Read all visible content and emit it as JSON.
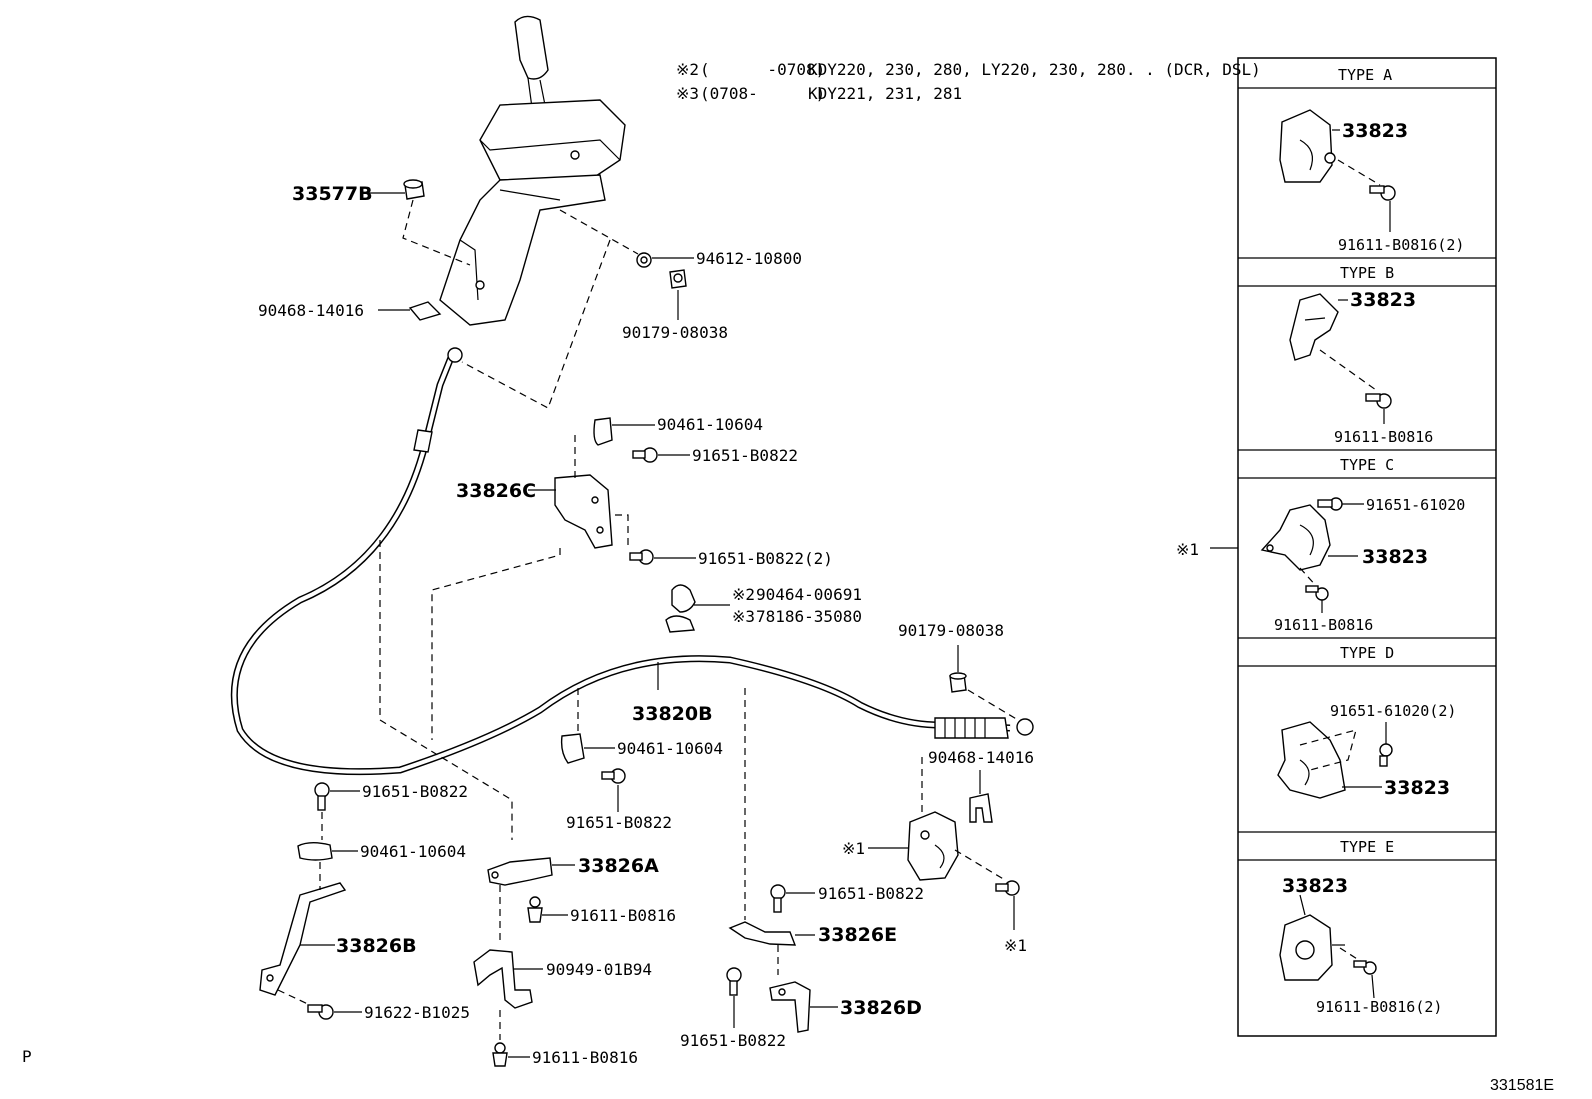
{
  "notes": [
    {
      "sym": "※2",
      "range": "(      -0708)",
      "models": "KDY220, 230, 280, LY220, 230, 280. . (DCR, DSL)"
    },
    {
      "sym": "※3",
      "range": "(0708-      )",
      "models": "KDY221, 231, 281"
    }
  ],
  "parts": {
    "p33577B": "33577B",
    "p94612_10800": "94612-10800",
    "p90179_08038_a": "90179-08038",
    "p90468_14016_a": "90468-14016",
    "p90461_10604_a": "90461-10604",
    "p91651_B0822_a": "91651-B0822",
    "p33826C": "33826C",
    "p91651_B0822_2": "91651-B0822(2)",
    "p90464_00691": "90464-00691",
    "p78186_35080": "78186-35080",
    "sym2": "※2",
    "sym3": "※3",
    "p90179_08038_b": "90179-08038",
    "p33820B": "33820B",
    "p90461_10604_b": "90461-10604",
    "p90468_14016_b": "90468-14016",
    "p91651_B0822_b": "91651-B0822",
    "p91651_B0822_c": "91651-B0822",
    "p90461_10604_c": "90461-10604",
    "p33826A": "33826A",
    "p91611_B0816_a": "91611-B0816",
    "p33826B": "33826B",
    "p90949_01B94": "90949-01B94",
    "p91622_B1025": "91622-B1025",
    "p91611_B0816_b": "91611-B0816",
    "p91651_B0822_d": "91651-B0822",
    "p33826E": "33826E",
    "p33826D": "33826D",
    "p91651_B0822_e": "91651-B0822",
    "ref1_a": "※1",
    "ref1_b": "※1",
    "ref1_c": "※1"
  },
  "types": [
    {
      "title": "TYPE A",
      "part": "33823",
      "bolt": "91611-B0816(2)"
    },
    {
      "title": "TYPE B",
      "part": "33823",
      "bolt": "91611-B0816"
    },
    {
      "title": "TYPE C",
      "part": "33823",
      "bolt": "91611-B0816",
      "bolt2": "91651-61020"
    },
    {
      "title": "TYPE D",
      "part": "33823",
      "bolt2": "91651-61020(2)"
    },
    {
      "title": "TYPE E",
      "part": "33823",
      "bolt": "91611-B0816(2)"
    }
  ],
  "footer": {
    "left": "P",
    "right": "331581E"
  }
}
